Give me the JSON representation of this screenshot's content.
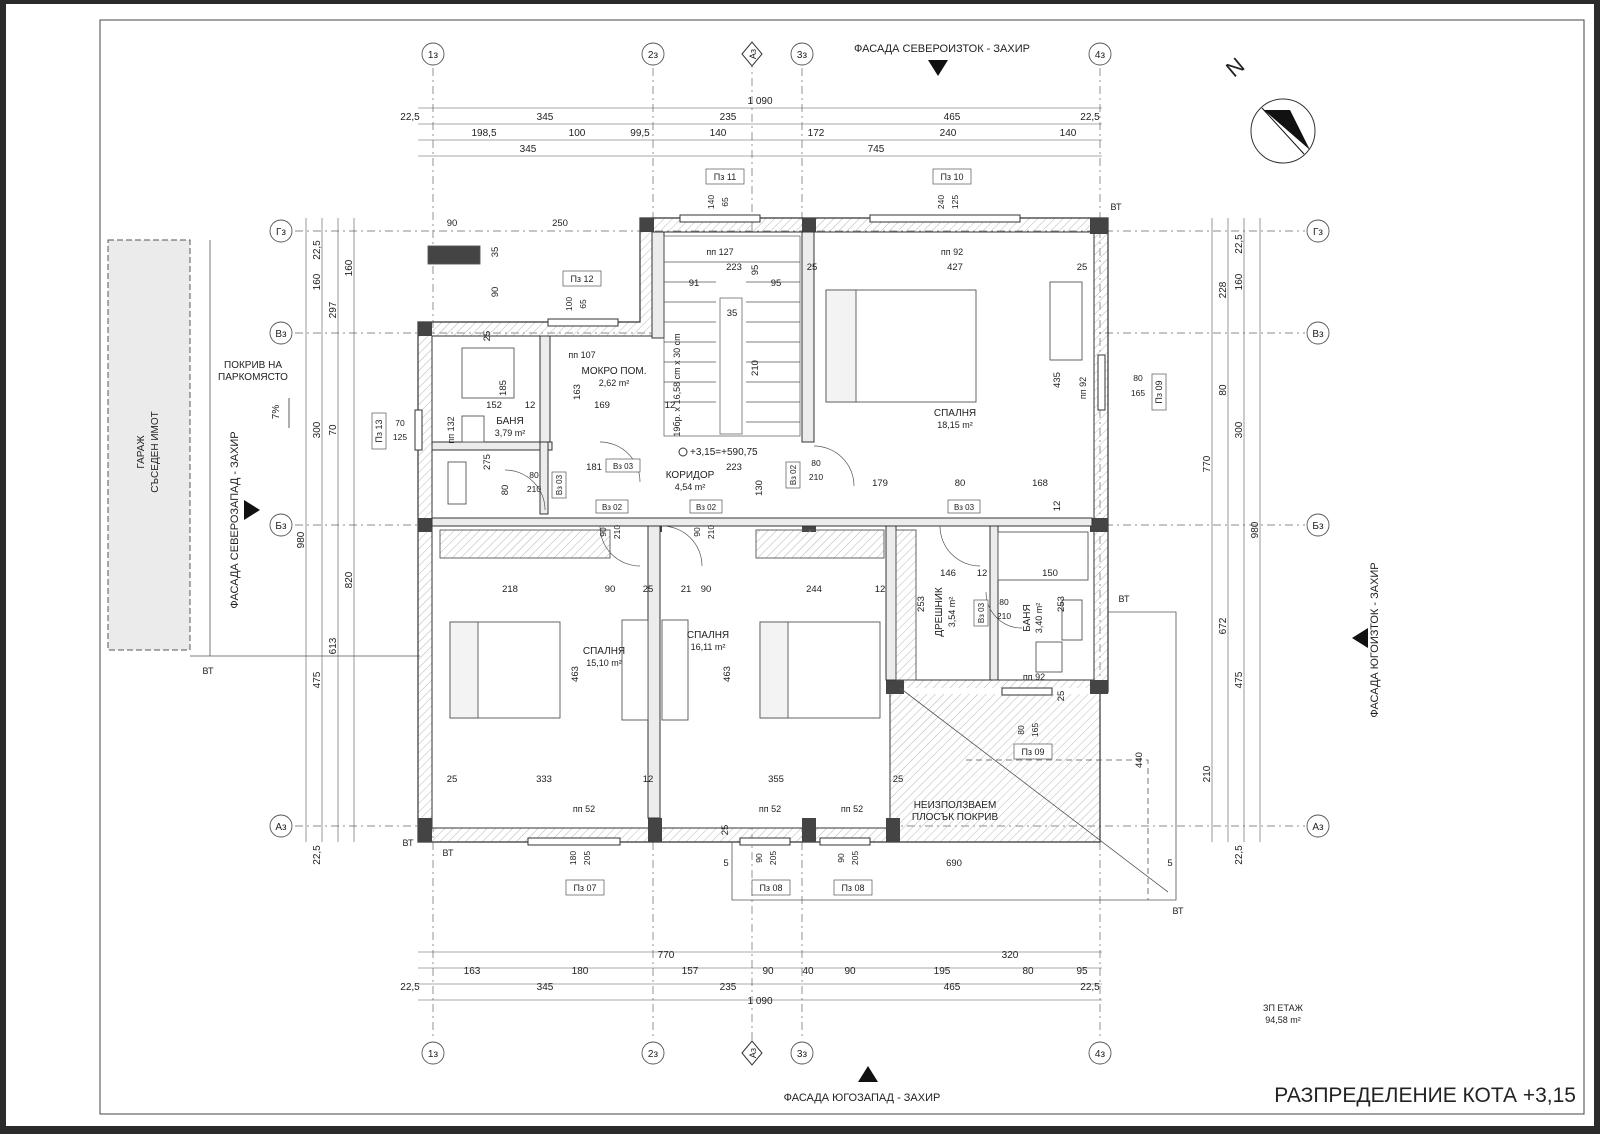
{
  "facades": {
    "top": "ФАСАДА СЕВЕРОИЗТОК - ЗАХИР",
    "bottom": "ФАСАДА ЮГОЗАПАД - ЗАХИР",
    "left": "ФАСАДА СЕВЕРОЗАПАД - ЗАХИР",
    "right": "ФАСАДА ЮГОИЗТОК - ЗАХИР"
  },
  "sheet_title": "РАЗПРЕДЕЛЕНИЕ КОТА +3,15",
  "area_note": {
    "label": "ЗП ЕТАЖ",
    "value": "94,58 m²"
  },
  "north_label": "N",
  "axes": {
    "columns": [
      "1з",
      "2з",
      "3з",
      "4з"
    ],
    "rows": [
      "Гз",
      "Вз",
      "Бз",
      "Аз"
    ],
    "section": "Аз"
  },
  "garage": {
    "line1": "ГАРАЖ",
    "line2": "СЪСЕДЕН ИМОТ"
  },
  "roof_parking": {
    "line1": "ПОКРИВ НА",
    "line2": "ПАРКОМЯСТО",
    "slope": "7%"
  },
  "unused_roof": {
    "line1": "НЕИЗПОЛЗВАЕМ",
    "line2": "ПЛОСЪК ПОКРИВ"
  },
  "rooms": {
    "bedroom_ne": {
      "name": "СПАЛНЯ",
      "area": "18,15 m²"
    },
    "bedroom_w": {
      "name": "СПАЛНЯ",
      "area": "15,10 m²"
    },
    "bedroom_s": {
      "name": "СПАЛНЯ",
      "area": "16,11 m²"
    },
    "wet_room": {
      "name": "МОКРО ПОМ.",
      "area": "2,62 m²"
    },
    "bath_w": {
      "name": "БАНЯ",
      "area": "3,79 m²"
    },
    "corridor": {
      "name": "КОРИДОР",
      "area": "4,54 m²"
    },
    "wardrobe": {
      "name": "ДРЕШНИК",
      "area": "3,54 m²"
    },
    "bath_e": {
      "name": "БАНЯ",
      "area": "3,40 m²"
    }
  },
  "stairs_label": "19бр. х 16,58 cm х 30 cm",
  "level_mark": "+3,15=+590,75",
  "vt": "ВТ",
  "dims_top": {
    "total": "1 090",
    "row1": [
      "22,5",
      "345",
      "235",
      "465",
      "22,5"
    ],
    "row2": [
      "198,5",
      "100",
      "99,5",
      "140",
      "172",
      "240",
      "140"
    ],
    "row3": [
      "345",
      "745"
    ]
  },
  "dims_bottom": {
    "row1": [
      "770",
      "320"
    ],
    "row2": [
      "163",
      "180",
      "157",
      "90",
      "40",
      "90",
      "195",
      "80",
      "95"
    ],
    "row3": [
      "22,5",
      "345",
      "235",
      "465",
      "22,5"
    ],
    "total": "1 090"
  },
  "dims_left": [
    "22,5",
    "160",
    "297",
    "160",
    "300",
    "70",
    "980",
    "820",
    "613",
    "475",
    "22,5"
  ],
  "dims_right": [
    "22,5",
    "160",
    "228",
    "80",
    "300",
    "770",
    "980",
    "672",
    "475",
    "210",
    "22,5"
  ],
  "windows": [
    "Пз 11",
    "Пз 10",
    "Пз 12",
    "Пз 13",
    "Пз 09",
    "Пз 09",
    "Пз 07",
    "Пз 08",
    "Пз 08"
  ],
  "doors": [
    "Вз 03",
    "Вз 03",
    "Вз 02",
    "Вз 02",
    "Вз 02",
    "Вз 03",
    "Вз 03"
  ],
  "sills": [
    "пп 127",
    "пп 92",
    "пп 107",
    "пп 132",
    "пп 92",
    "пп 92",
    "пп 52",
    "пп 52",
    "пп 52"
  ],
  "inner_dims": [
    "90",
    "250",
    "35",
    "90",
    "223",
    "95",
    "91",
    "35",
    "95",
    "427",
    "25",
    "25",
    "210",
    "435",
    "152",
    "12",
    "169",
    "12",
    "185",
    "163",
    "275",
    "80",
    "181",
    "223",
    "179",
    "80",
    "168",
    "12",
    "130",
    "218",
    "90",
    "25",
    "21",
    "90",
    "244",
    "12",
    "146",
    "12",
    "150",
    "253",
    "253",
    "463",
    "463",
    "333",
    "12",
    "355",
    "25",
    "25",
    "440",
    "690",
    "5",
    "5",
    "25",
    "25",
    "25"
  ],
  "opening_sizes": [
    "140",
    "65",
    "240",
    "125",
    "100",
    "65",
    "70",
    "125",
    "80",
    "165",
    "80",
    "210",
    "80",
    "210",
    "90",
    "210",
    "90",
    "210",
    "80",
    "210",
    "80",
    "165",
    "180",
    "205",
    "90",
    "205",
    "90",
    "205"
  ]
}
